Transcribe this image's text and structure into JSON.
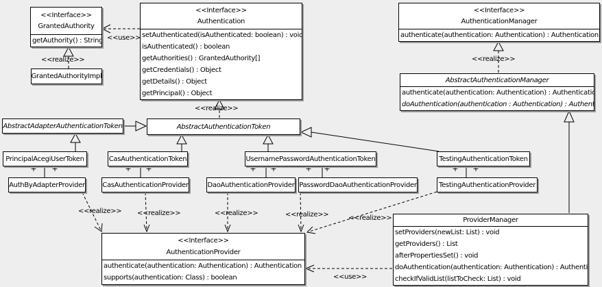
{
  "diagram": {
    "background_color": "#eeeeee",
    "box_fill": "#ffffff",
    "line_color": "#000000",
    "shadow_color": "#9a9a9a"
  },
  "edge_labels": {
    "use": "<<use>>",
    "realize": "<<realize>>",
    "plus": "+"
  },
  "classes": {
    "granted_authority": {
      "stereotype": "<<Interface>>",
      "name": "GrantedAuthority",
      "methods": [
        "getAuthority() : String"
      ]
    },
    "granted_authority_impl": {
      "name": "GrantedAuthorityImpl"
    },
    "authentication": {
      "stereotype": "<<Interface>>",
      "name": "Authentication",
      "methods": [
        "setAuthenticated(isAuthenticated: boolean) : void",
        "isAuthenticated() : boolean",
        "getAuthorities() : GrantedAuthority[]",
        "getCredentials() : Object",
        "getDetails() : Object",
        "getPrincipal() : Object"
      ]
    },
    "authentication_manager": {
      "stereotype": "<<Interface>>",
      "name": "AuthenticationManager",
      "methods": [
        "authenticate(authentication: Authentication) : Authentication"
      ]
    },
    "abstract_authentication_manager": {
      "name": "AbstractAuthenticationManager",
      "methods": [
        "authenticate(authentication: Authentication) : Authentication",
        "doAuthentication(authentication : Authentication) : Authentication"
      ]
    },
    "abstract_adapter_authentication_token": {
      "name": "AbstractAdapterAuthenticationToken"
    },
    "abstract_authentication_token": {
      "name": "AbstractAuthenticationToken"
    },
    "principal_acegi_user_token": {
      "name": "PrincipalAcegiUserToken"
    },
    "cas_authentication_token": {
      "name": "CasAuthenticationToken"
    },
    "username_password_authentication_token": {
      "name": "UsernamePasswordAuthenticationToken"
    },
    "testing_authentication_token": {
      "name": "TestingAuthenticationToken"
    },
    "auth_by_adapter_provider": {
      "name": "AuthByAdapterProvider"
    },
    "cas_authentication_provider": {
      "name": "CasAuthenticationProvider"
    },
    "dao_authentication_provider": {
      "name": "DaoAuthenticationProvider"
    },
    "password_dao_authentication_provider": {
      "name": "PasswordDaoAuthenticationProvider"
    },
    "testing_authentication_provider": {
      "name": "TestingAuthenticationProvider"
    },
    "authentication_provider": {
      "stereotype": "<<Interface>>",
      "name": "AuthenticationProvider",
      "methods": [
        "authenticate(authentication: Authentication) : Authentication",
        "supports(authentication: Class) : boolean"
      ]
    },
    "provider_manager": {
      "name": "ProviderManager",
      "methods": [
        "setProviders(newList: List) : void",
        "getProviders() : List",
        "afterPropertiesSet() : void",
        "doAuthentication(authentication: Authentication) : Authentication",
        "checkIfValidList(listToCheck: List) : void"
      ]
    }
  }
}
